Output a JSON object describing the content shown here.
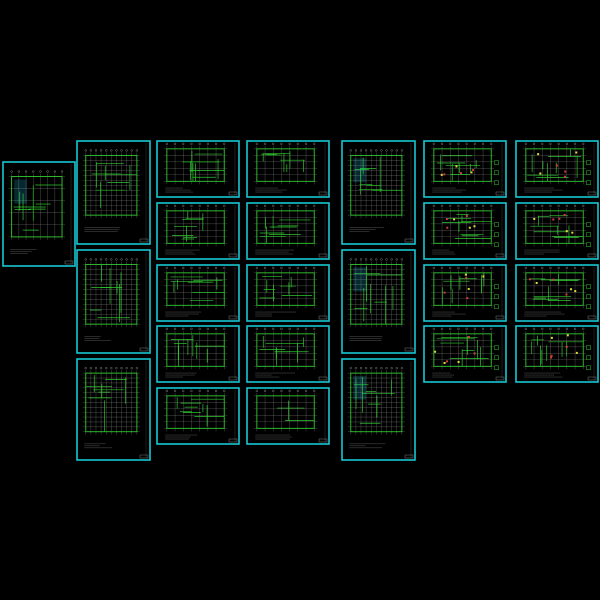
{
  "drawing_set": {
    "background": "#000000",
    "colors": {
      "sheet_border": "#17c7d2",
      "wall": "#2ec82e",
      "axis": "#c8c8c8",
      "highlight_cyan": "#29e0ff",
      "accent_red": "#d23c3c",
      "accent_yellow": "#dcdc3c"
    },
    "columns": [
      {
        "sheets": [
          {
            "kind": "plan-dense"
          }
        ]
      },
      {
        "sheets": [
          {
            "kind": "plan-grid"
          },
          {
            "kind": "plan-grid"
          },
          {
            "kind": "plan-grid"
          }
        ]
      },
      {
        "sheets": [
          {
            "kind": "plan"
          },
          {
            "kind": "plan"
          },
          {
            "kind": "plan"
          },
          {
            "kind": "plan"
          },
          {
            "kind": "plan"
          }
        ]
      },
      {
        "sheets": [
          {
            "kind": "plan-small"
          },
          {
            "kind": "plan-small"
          },
          {
            "kind": "plan-small"
          },
          {
            "kind": "plan-small"
          },
          {
            "kind": "plan-outline"
          }
        ]
      },
      {
        "sheets": [
          {
            "kind": "structural-grid"
          },
          {
            "kind": "structural-grid"
          },
          {
            "kind": "structural-grid"
          }
        ]
      },
      {
        "sheets": [
          {
            "kind": "detail-plan"
          },
          {
            "kind": "detail-plan"
          },
          {
            "kind": "detail-plan"
          },
          {
            "kind": "detail-plan"
          }
        ]
      },
      {
        "sheets": [
          {
            "kind": "detail-plan"
          },
          {
            "kind": "detail-plan"
          },
          {
            "kind": "detail-plan"
          },
          {
            "kind": "detail-small"
          }
        ]
      }
    ]
  }
}
